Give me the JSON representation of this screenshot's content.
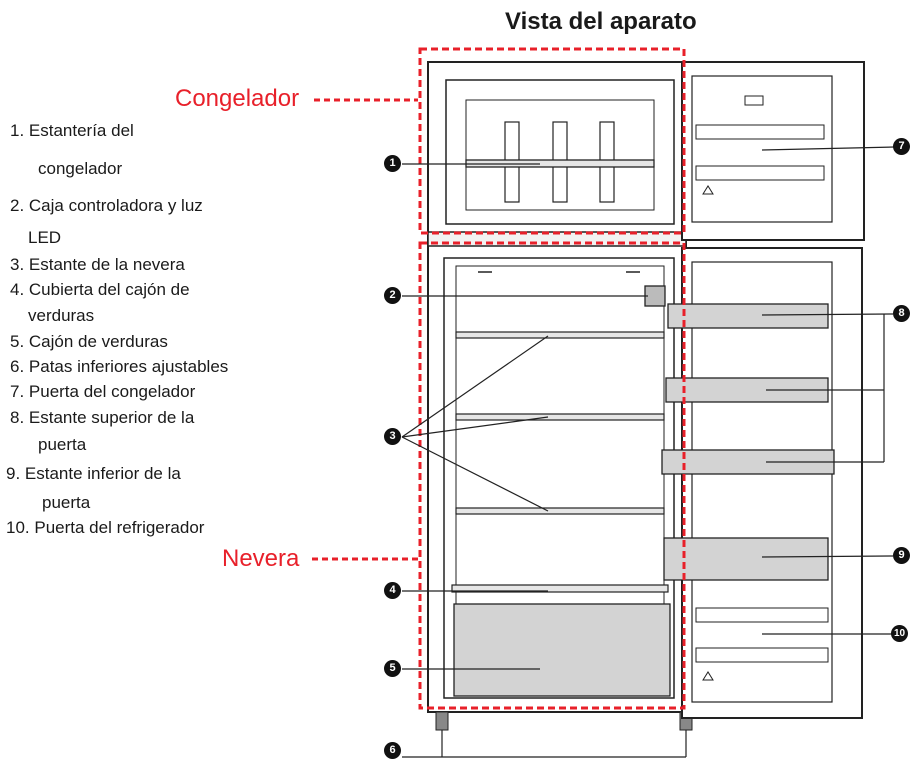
{
  "title": "Vista del aparato",
  "zones": {
    "freezer": "Congelador",
    "fridge": "Nevera"
  },
  "legend": [
    {
      "line1": "1. Estantería del",
      "line2": "congelador"
    },
    {
      "line1": "2. Caja controladora y luz",
      "line2": "LED"
    },
    {
      "line1": "3. Estante de la nevera"
    },
    {
      "line1": "4. Cubierta del cajón de",
      "line2": "verduras"
    },
    {
      "line1": "5. Cajón de verduras"
    },
    {
      "line1": "6. Patas inferiores ajustables"
    },
    {
      "line1": "7. Puerta del congelador"
    },
    {
      "line1": "8. Estante superior de la",
      "line2": "puerta"
    },
    {
      "line1": "9. Estante inferior de la",
      "line2": "puerta"
    },
    {
      "line1": "10. Puerta del refrigerador"
    }
  ],
  "callouts": [
    "1",
    "2",
    "3",
    "4",
    "5",
    "6",
    "7",
    "8",
    "9",
    "10"
  ],
  "colors": {
    "highlight": "#e8202a",
    "outline": "#222222",
    "drawer": "#d3d3d3"
  }
}
